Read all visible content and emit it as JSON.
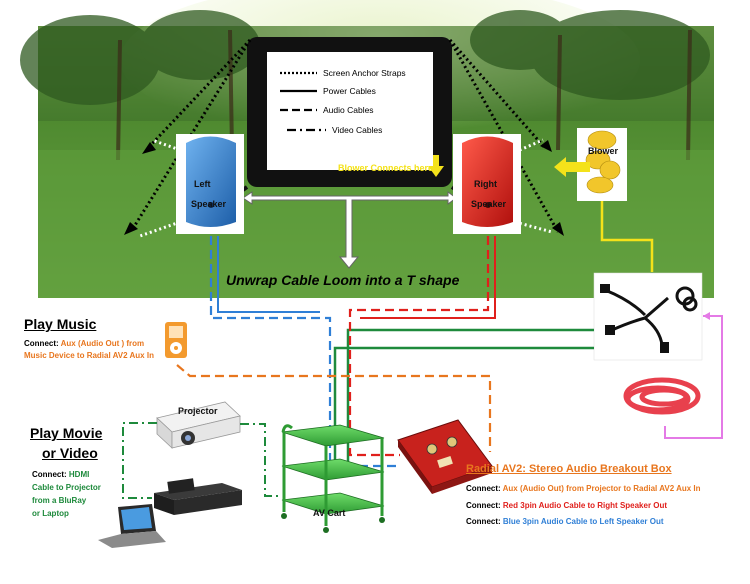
{
  "legend": {
    "items": [
      {
        "label": "Screen Anchor Straps"
      },
      {
        "label": "Power Cables"
      },
      {
        "label": "Audio Cables"
      },
      {
        "label": "Video Cables"
      }
    ]
  },
  "screen": {
    "blower_note": "Blower Connects here"
  },
  "speakers": {
    "left": {
      "line1": "Left",
      "line2": "Speaker",
      "color": "#2f7fd6"
    },
    "right": {
      "line1": "Right",
      "line2": "Speaker",
      "color": "#e0201c"
    }
  },
  "blower": {
    "label": "Blower"
  },
  "loom_caption": "Unwrap Cable Loom into a T shape",
  "music": {
    "title": "Play Music",
    "connect_prefix": "Connect:",
    "line1": "Aux (Audio Out ) from",
    "line2": "Music Device to Radial AV2 Aux In"
  },
  "projector": {
    "label": "Projector"
  },
  "movie": {
    "title_line1": "Play Movie",
    "title_line2": "or Video",
    "connect_prefix": "Connect:",
    "line1": "HDMI",
    "line2": "Cable to Projector",
    "line3": "from a BluRay",
    "line4": "or Laptop"
  },
  "cart": {
    "label": "AV Cart"
  },
  "breakout": {
    "title": "Radial AV2: Stereo Audio Breakout Box",
    "rows": [
      {
        "prefix": "Connect:",
        "text": "Aux (Audio Out) from Projector to Radial AV2 Aux In",
        "color": "#e8761e"
      },
      {
        "prefix": "Connect:",
        "text": "Red 3pin Audio Cable to Right Speaker Out",
        "color": "#e0201c"
      },
      {
        "prefix": "Connect:",
        "text": "Blue 3pin Audio Cable to Left Speaker Out",
        "color": "#2f7fd6"
      }
    ]
  },
  "colors": {
    "grass": "#5b9a3a",
    "sky_trees": "#3e6f2a",
    "audio_orange": "#e8761e",
    "power_yellow": "#f4e21a",
    "power_pink": "#e47ae6",
    "green_cable": "#1e8a3c",
    "movie_green": "#1e8a3c",
    "heading_orange": "#e8761e"
  },
  "icons": [
    "music-player-icon",
    "projector-icon",
    "bluray-player-icon",
    "laptop-icon",
    "av-cart-icon",
    "breakout-box-icon",
    "power-splitter-icon",
    "extension-cord-icon",
    "blower-icon",
    "arrow-right-icon",
    "arrow-down-icon"
  ]
}
